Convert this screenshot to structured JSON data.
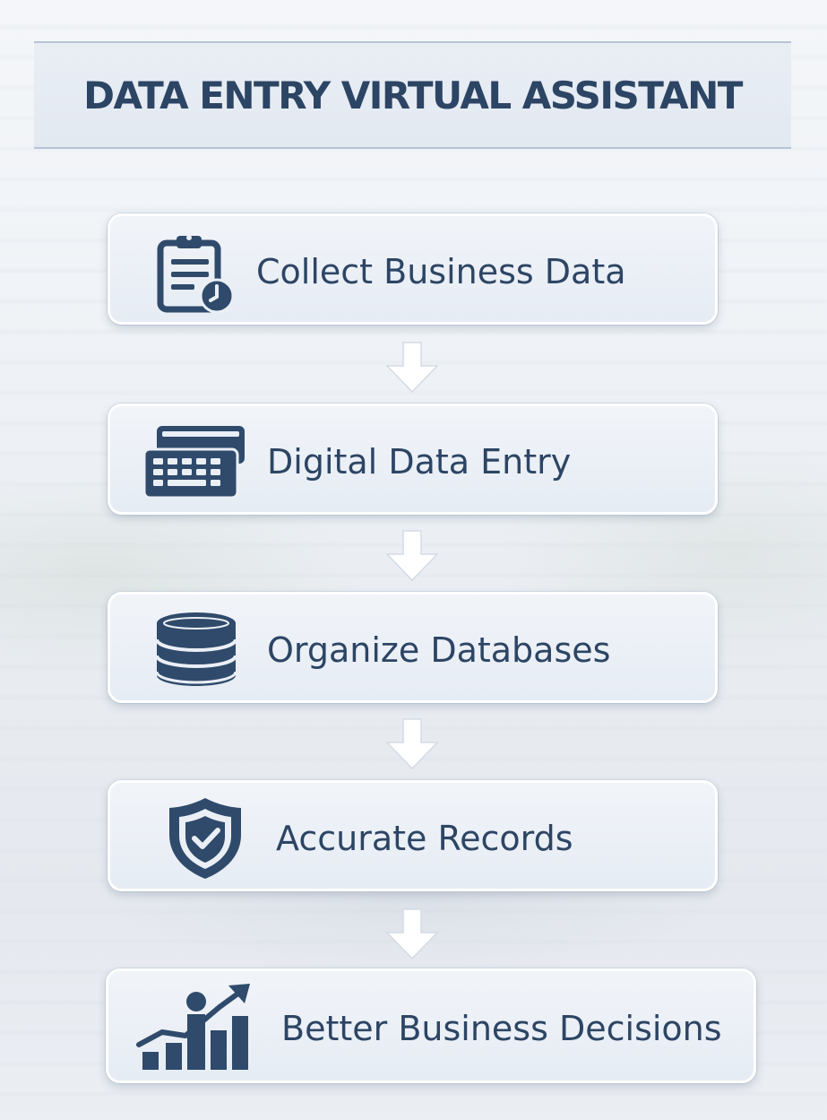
{
  "title": "DATA ENTRY VIRTUAL ASSISTANT",
  "colors": {
    "text": "#2d4564",
    "icon": "#2f4a6b",
    "box_fill": "#eaeff6",
    "background": "#eef1f5"
  },
  "steps": [
    {
      "label": "Collect Business Data",
      "icon": "clipboard-clock-icon"
    },
    {
      "label": "Digital Data Entry",
      "icon": "keyboard-icon"
    },
    {
      "label": "Organize Databases",
      "icon": "database-icon"
    },
    {
      "label": "Accurate Records",
      "icon": "shield-check-icon"
    },
    {
      "label": "Better Business Decisions",
      "icon": "growth-chart-icon"
    }
  ]
}
